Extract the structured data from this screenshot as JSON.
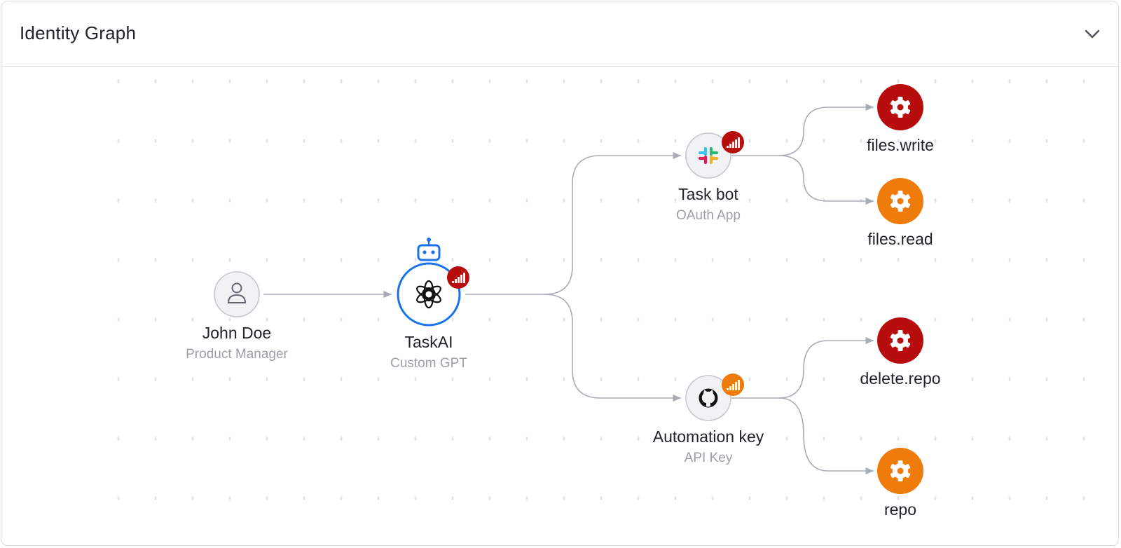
{
  "header": {
    "title": "Identity Graph",
    "collapse_icon": "chevron-down-icon"
  },
  "nodes": {
    "user": {
      "name": "John Doe",
      "role": "Product Manager",
      "icon": "user-icon"
    },
    "agent": {
      "name": "TaskAI",
      "role": "Custom GPT",
      "icon": "openai-icon",
      "badge_icon": "robot-icon",
      "risk": "high"
    },
    "oauth_app": {
      "name": "Task bot",
      "role": "OAuth App",
      "icon": "slack-icon",
      "risk": "high"
    },
    "api_key": {
      "name": "Automation key",
      "role": "API Key",
      "icon": "github-icon",
      "risk": "medium"
    },
    "scopes": [
      {
        "name": "files.write",
        "risk": "high",
        "icon": "gear-icon"
      },
      {
        "name": "files.read",
        "risk": "medium",
        "icon": "gear-icon"
      },
      {
        "name": "delete.repo",
        "risk": "high",
        "icon": "gear-icon"
      },
      {
        "name": "repo",
        "risk": "medium",
        "icon": "gear-icon"
      }
    ]
  },
  "colors": {
    "high": "#b80d0d",
    "medium": "#ee7b0a",
    "edge": "#a9adb5",
    "node_fill": "#f1f2f4",
    "node_stroke": "#c5c8ce",
    "agent_ring": "#1a73e8"
  }
}
